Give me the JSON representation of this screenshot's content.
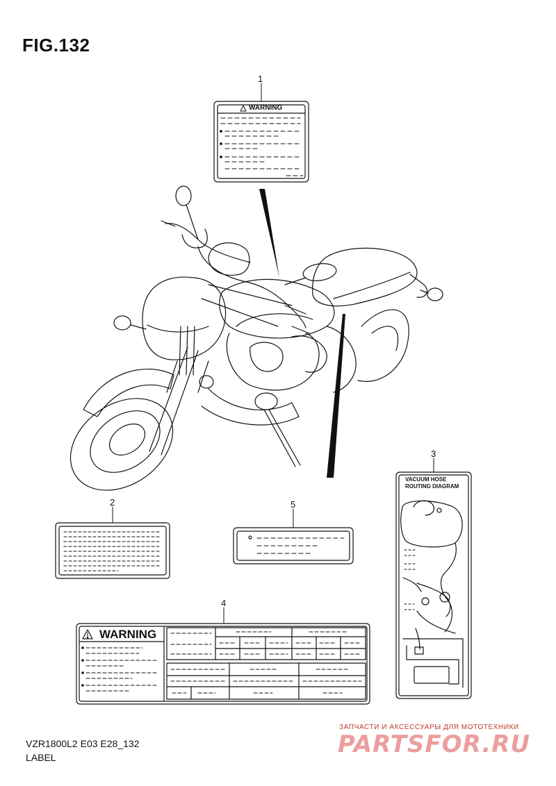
{
  "figure": {
    "title": "FIG.132"
  },
  "callouts": [
    "1",
    "2",
    "3",
    "4",
    "5"
  ],
  "labels": {
    "warning_small": "WARNING",
    "warning_large": "WARNING",
    "vacuum_line1": "VACUUM HOSE",
    "vacuum_line2": "ROUTING DIAGRAM"
  },
  "footer": {
    "code": "VZR1800L2 E03 E28_132",
    "label": "LABEL"
  },
  "watermark": {
    "tagline": "ЗАПЧАСТИ И АКСЕССУАРЫ ДЛЯ МОТОТЕХНИКИ",
    "brand": "PARTSFOR.RU"
  },
  "colors": {
    "line": "#111111",
    "watermark": "#c0392b"
  }
}
